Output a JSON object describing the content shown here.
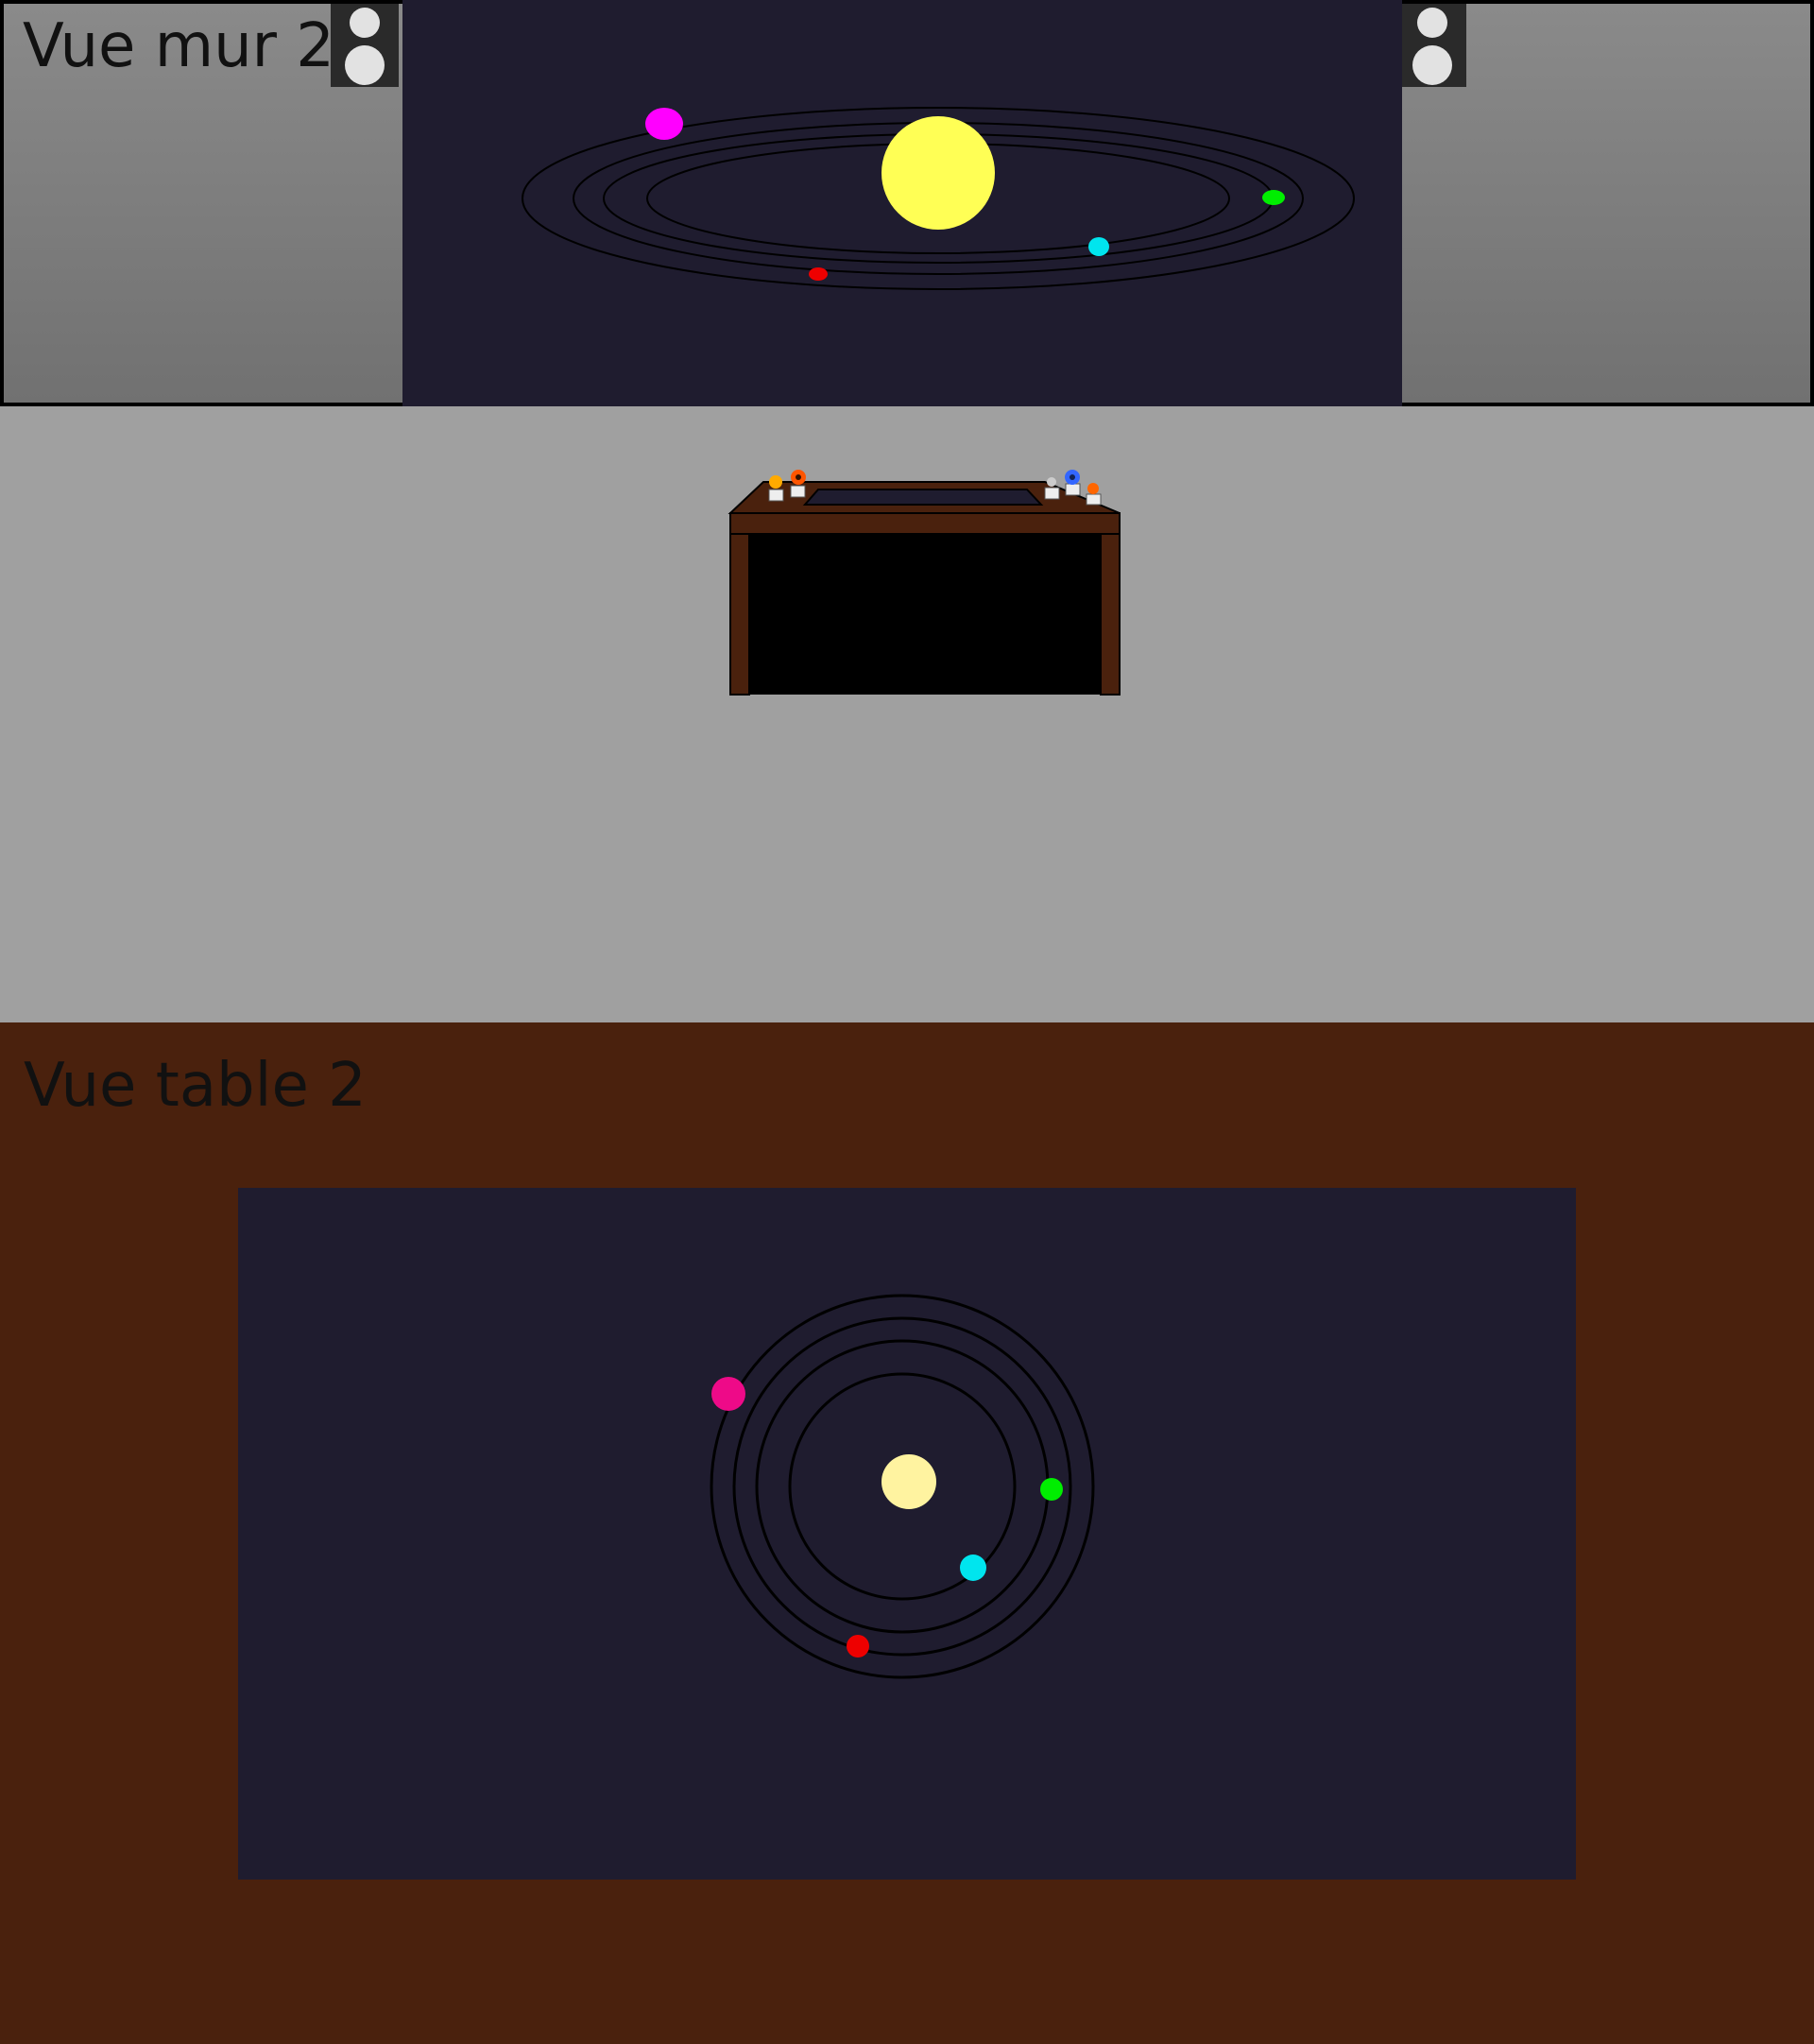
{
  "wall_view": {
    "title": "Vue mur 2",
    "background_color": "#7d7d7d",
    "screen_color": "#1f1c2f",
    "speakers": [
      "speaker-left",
      "speaker-right"
    ],
    "sun_color": "#ffff55",
    "planets": [
      {
        "name": "magenta-planet",
        "color": "#ff00ff"
      },
      {
        "name": "red-planet",
        "color": "#ee0000"
      },
      {
        "name": "cyan-planet",
        "color": "#00e5ee"
      },
      {
        "name": "green-planet",
        "color": "#00ee00"
      }
    ]
  },
  "room": {
    "floor_color": "#a0a0a0",
    "table_color": "#4a210d",
    "flowers": [
      {
        "name": "yellow-flower",
        "color": "#ffaa00"
      },
      {
        "name": "orange-flower",
        "color": "#ff5500"
      },
      {
        "name": "white-flower",
        "color": "#dddddd"
      },
      {
        "name": "blue-flower",
        "color": "#3366ff"
      },
      {
        "name": "small-orange-flower",
        "color": "#ff6600"
      }
    ]
  },
  "table_view": {
    "title": "Vue table 2",
    "background_color": "#4a210d",
    "screen_color": "#1f1c2f",
    "sun_color": "#fff3a0",
    "planets": [
      {
        "name": "pink-planet",
        "color": "#ee0a88"
      },
      {
        "name": "green-planet",
        "color": "#00ee00"
      },
      {
        "name": "cyan-planet",
        "color": "#00e5ee"
      },
      {
        "name": "red-planet",
        "color": "#ee0000"
      }
    ]
  }
}
